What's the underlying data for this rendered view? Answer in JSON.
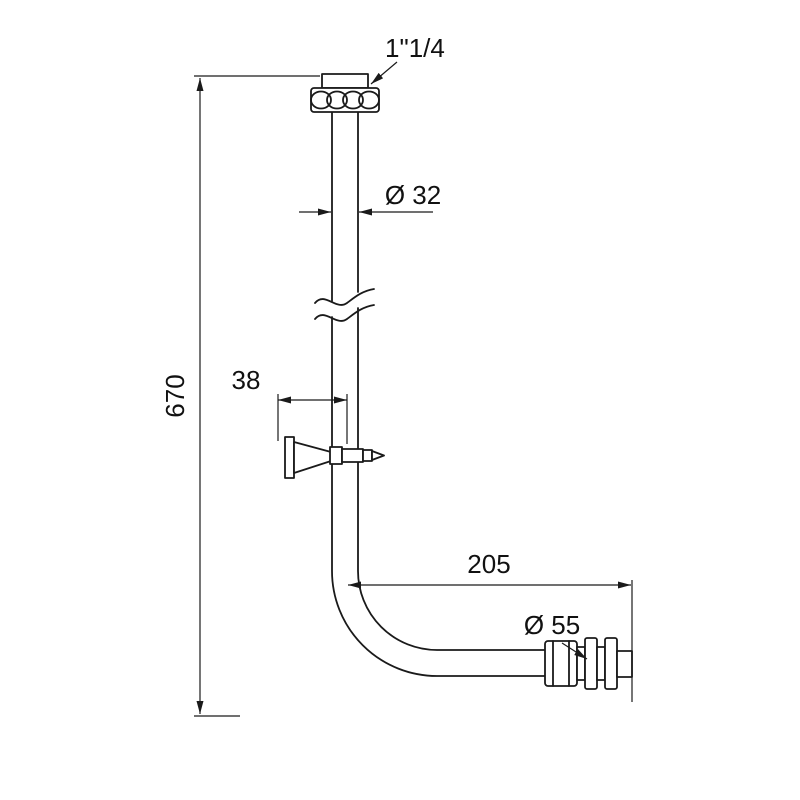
{
  "drawing": {
    "background_color": "#ffffff",
    "line_color": "#1a1a1a",
    "labels": {
      "inlet_thread": "1\"1/4",
      "pipe_diameter": "Ø 32",
      "bracket_offset": "38",
      "overall_height": "670",
      "horizontal_length": "205",
      "outlet_diameter": "Ø 55"
    }
  }
}
